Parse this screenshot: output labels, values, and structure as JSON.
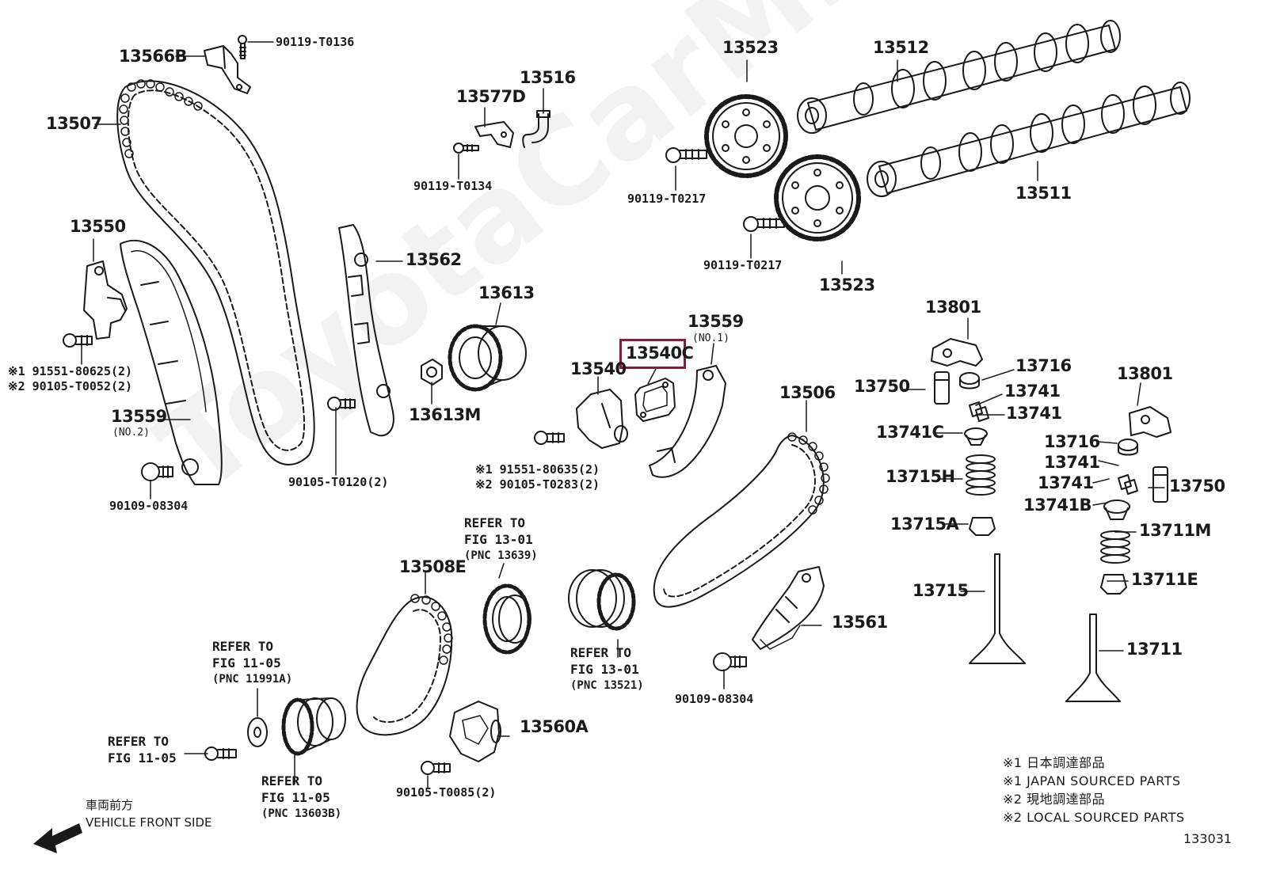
{
  "watermark": "ToyotaCarMine.ru",
  "labels": {
    "p13566B": "13566B",
    "p90119T0136": "90119-T0136",
    "p13507": "13507",
    "p13577D": "13577D",
    "p13516": "13516",
    "p90119T0134": "90119-T0134",
    "p13523a": "13523",
    "p13512": "13512",
    "p90119T0217a": "90119-T0217",
    "p13511": "13511",
    "p90119T0217b": "90119-T0217",
    "p13523b": "13523",
    "p13550": "13550",
    "p13562": "13562",
    "p13613": "13613",
    "p13613M": "13613M",
    "p13559n1": "13559",
    "p13559n1sub": "(NO.1)",
    "p13540C": "13540C",
    "p13540": "13540",
    "p13801a": "13801",
    "p13716a": "13716",
    "p13750a": "13750",
    "p13741a": "13741",
    "p13741b": "13741",
    "p13741C": "13741C",
    "p13715H": "13715H",
    "p13715A": "13715A",
    "p13715": "13715",
    "p13801b": "13801",
    "p13716b": "13716",
    "p13741c": "13741",
    "p13741d": "13741",
    "p13750b": "13750",
    "p13741B": "13741B",
    "p13711M": "13711M",
    "p13711E": "13711E",
    "p13711": "13711",
    "p13506": "13506",
    "p13559n2": "13559",
    "p13559n2sub": "(NO.2)",
    "p90109a": "90109-08304",
    "p90105T0120": "90105-T0120(2)",
    "p13508E": "13508E",
    "p13561": "13561",
    "p90109b": "90109-08304",
    "p13560A": "13560A",
    "p90105T0085": "90105-T0085(2)",
    "note1a": "※1 91551-80625(2)",
    "note2a": "※2 90105-T0052(2)",
    "note1b": "※1 91551-80635(2)",
    "note2b": "※2 90105-T0283(2)"
  },
  "refs": {
    "r13639": {
      "l1": "REFER TO",
      "l2": "FIG 13-01",
      "l3": "(PNC 13639)"
    },
    "r13521": {
      "l1": "REFER TO",
      "l2": "FIG 13-01",
      "l3": "(PNC 13521)"
    },
    "r11991A": {
      "l1": "REFER TO",
      "l2": "FIG 11-05",
      "l3": "(PNC 11991A)"
    },
    "r1105": {
      "l1": "REFER TO",
      "l2": "FIG 11-05"
    },
    "r13603B": {
      "l1": "REFER TO",
      "l2": "FIG 11-05",
      "l3": "(PNC 13603B)"
    }
  },
  "legend": {
    "l1": "※1 日本調達部品",
    "l2": "※1 JAPAN SOURCED PARTS",
    "l3": "※2 現地調達部品",
    "l4": "※2 LOCAL SOURCED PARTS"
  },
  "front": {
    "jp": "車両前方",
    "en": "VEHICLE FRONT SIDE"
  },
  "figure_number": "133031",
  "colors": {
    "ink": "#1a1a1a",
    "highlight": "#8b1a3a"
  }
}
